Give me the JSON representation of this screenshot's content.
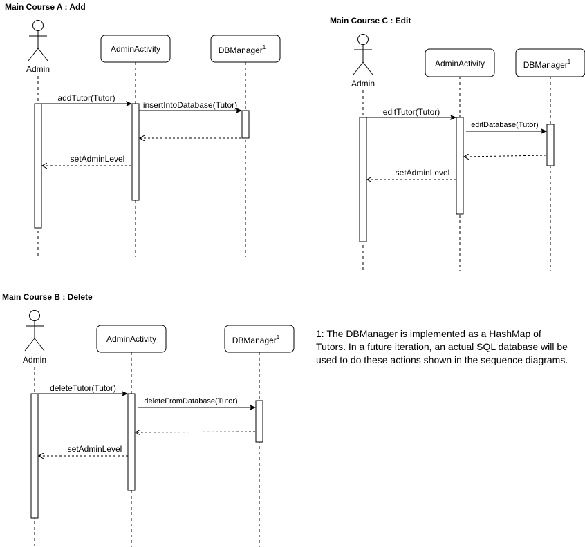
{
  "diagrams": {
    "add": {
      "title": "Main Course A : Add",
      "actor": "Admin",
      "lifeline_admin_activity": "AdminActivity",
      "lifeline_db": "DBManager",
      "db_superscript": "1",
      "msg_call": "addTutor(Tutor)",
      "msg_db": "insertIntoDatabase(Tutor)",
      "msg_return": "setAdminLevel"
    },
    "edit": {
      "title": "Main Course C : Edit",
      "actor": "Admin",
      "lifeline_admin_activity": "AdminActivity",
      "lifeline_db": "DBManager",
      "db_superscript": "1",
      "msg_call": "editTutor(Tutor)",
      "msg_db": "editDatabase(Tutor)",
      "msg_return": "setAdminLevel"
    },
    "delete": {
      "title": "Main Course B : Delete",
      "actor": "Admin",
      "lifeline_admin_activity": "AdminActivity",
      "lifeline_db": "DBManager",
      "db_superscript": "1",
      "msg_call": "deleteTutor(Tutor)",
      "msg_db": "deleteFromDatabase(Tutor)",
      "msg_return": "setAdminLevel"
    }
  },
  "footnote": "1: The DBManager is implemented as a HashMap of Tutors. In a future iteration, an actual SQL database will be used to do these actions shown in the sequence diagrams."
}
